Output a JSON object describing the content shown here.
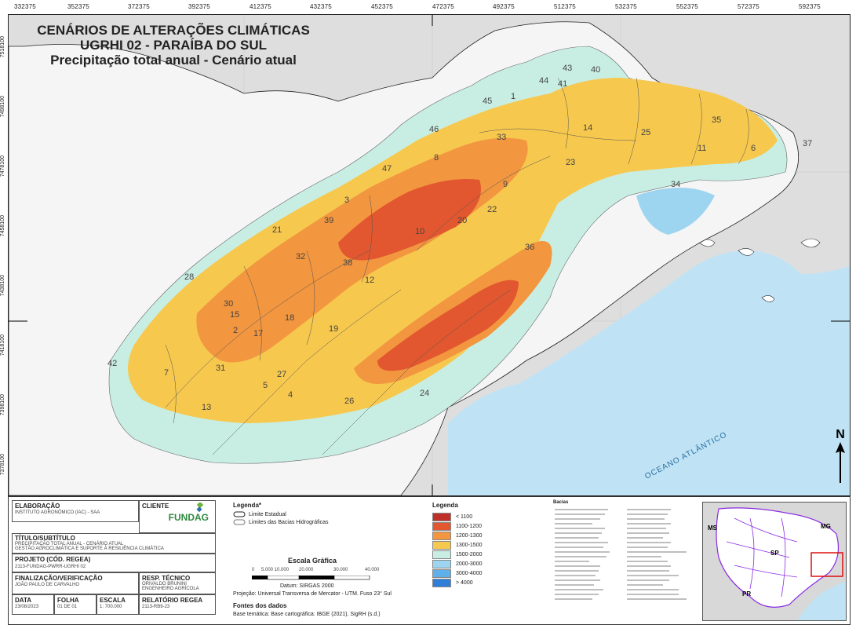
{
  "map": {
    "title_lines": [
      "CENÁRIOS DE ALTERAÇÕES CLIMÁTICAS",
      "UGRHI 02 - PARAÍBA DO SUL",
      "Precipitação total anual - Cenário atual"
    ],
    "top_coords": [
      "332375",
      "352375",
      "372375",
      "392375",
      "412375",
      "432375",
      "452375",
      "472375",
      "492375",
      "512375",
      "532375",
      "552375",
      "572375",
      "592375"
    ],
    "left_coords": [
      "7518100",
      "7498100",
      "7478100",
      "7458100",
      "7438100",
      "7418100",
      "7398100",
      "7378100"
    ],
    "basin_numbers": [
      "40",
      "43",
      "44",
      "41",
      "45",
      "1",
      "46",
      "14",
      "25",
      "35",
      "33",
      "11",
      "6",
      "37",
      "8",
      "23",
      "47",
      "9",
      "34",
      "3",
      "22",
      "39",
      "20",
      "10",
      "21",
      "32",
      "36",
      "38",
      "12",
      "28",
      "30",
      "15",
      "18",
      "17",
      "19",
      "42",
      "7",
      "31",
      "27",
      "5",
      "4",
      "26",
      "24",
      "13",
      "2"
    ],
    "ocean_label": "OCEANO ATLÂNTICO",
    "north_label": "N"
  },
  "footer": {
    "elaboracao_h": "ELABORAÇÃO",
    "elaboracao_v": "INSTITUTO AGRONÔMICO (IAC) - SAA",
    "cliente_h": "CLIENTE",
    "cliente_logo": "FUNDAG",
    "titulo_h": "TÍTULO/SUBTÍTULO",
    "titulo_v1": "PRECIPITAÇÃO TOTAL ANUAL - CENÁRIO ATUAL",
    "titulo_v2": "GESTÃO AGROCLIMÁTICA E SUPORTE À RESILIÊNCIA CLIMÁTICA",
    "projeto_h": "PROJETO (CÓD. REGEA)",
    "projeto_v": "2113-FUNDAG-PWRR-UGRHI 02",
    "final_h": "FINALIZAÇÃO/VERIFICAÇÃO",
    "final_v": "JOÃO PAULO DE CARVALHO",
    "resp_h": "RESP. TÉCNICO",
    "resp_v1": "ORIVALDO BRUNINI",
    "resp_v2": "ENGENHEIRO AGRÍCOLA",
    "data_h": "DATA",
    "data_v": "23/08/2023",
    "folha_h": "FOLHA",
    "folha_v": "01 DE 01",
    "escala_h": "ESCALA",
    "escala_v": "1: 700.000",
    "relatorio_h": "RELATÓRIO REGEA",
    "relatorio_v": "2113-RB9-23",
    "legenda1_h": "Legenda*",
    "legenda1_items": [
      "Limite Estadual",
      "Limites das Bacias Hidrográficas"
    ],
    "escala_grafica": "Escala Gráfica",
    "scale_ticks": [
      "0",
      "5.000 10.000",
      "20.000",
      "30.000",
      "40.000"
    ],
    "datum": "Datum: SIRGAS 2000",
    "projecao": "Projeção: Universal Transversa de Mercator - UTM. Fuso 23° Sul",
    "fontes_h": "Fontes dos dados",
    "fontes_v": "Base temática: Base cartográfica: IBGE (2021), SigRH (s.d.)",
    "legenda2_h": "Legenda",
    "legend_classes": [
      {
        "label": "< 1100",
        "color": "#c0302a"
      },
      {
        "label": "1100-1200",
        "color": "#e2572f"
      },
      {
        "label": "1200-1300",
        "color": "#f2963f"
      },
      {
        "label": "1300-1500",
        "color": "#f7c84e"
      },
      {
        "label": "1500-2000",
        "color": "#c8eee3"
      },
      {
        "label": "2000-3000",
        "color": "#9dd4f0"
      },
      {
        "label": "3000-4000",
        "color": "#5fb0e8"
      },
      {
        "label": "> 4000",
        "color": "#2f7fd8"
      }
    ],
    "bacias_h": "Bacias",
    "inset_labels": [
      "MS",
      "MG",
      "SP",
      "PR"
    ]
  },
  "colors": {
    "ocean": "#bfe3f5",
    "outside": "#dcdcdc",
    "c1100": "#c0302a",
    "c1200": "#e2572f",
    "c1300": "#f2963f",
    "c1500": "#f7c84e",
    "c2000": "#c8eee3",
    "c3000": "#9dd4f0"
  }
}
